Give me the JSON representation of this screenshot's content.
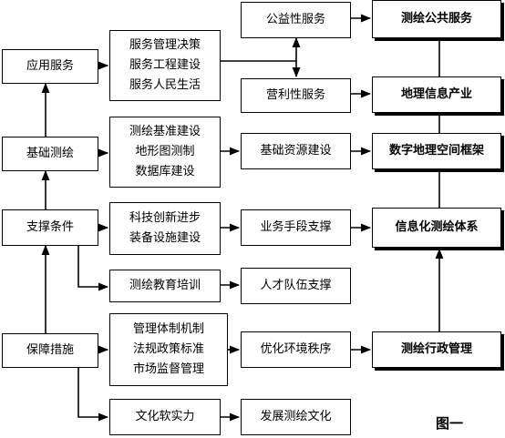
{
  "left_column": {
    "app": "应用服务",
    "foundation": "基础测绘",
    "support": "支撑条件",
    "guarantee": "保障措施"
  },
  "middle_column": {
    "app_items": [
      "服务管理决策",
      "服务工程建设",
      "服务人民生活"
    ],
    "foundation_items": [
      "测绘基准建设",
      "地形图测制",
      "数据库建设"
    ],
    "support_items": [
      "科技创新进步",
      "装备设施建设"
    ],
    "education": "测绘教育培训",
    "guarantee_items": [
      "管理体制机制",
      "法规政策标准",
      "市场监督管理"
    ],
    "culture": "文化软实力"
  },
  "third_column": {
    "public_service": "公益性服务",
    "commercial_service": "营利性服务",
    "basic_resource": "基础资源建设",
    "business_means": "业务手段支撑",
    "talent": "人才队伍支撑",
    "environment": "优化环境秩序",
    "culture_dev": "发展测绘文化"
  },
  "right_column": {
    "public_service_result": "测绘公共服务",
    "geo_industry": "地理信息产业",
    "digital_framework": "数字地理空间框架",
    "informatization": "信息化测绘体系",
    "administration": "测绘行政管理"
  },
  "caption": "图一"
}
